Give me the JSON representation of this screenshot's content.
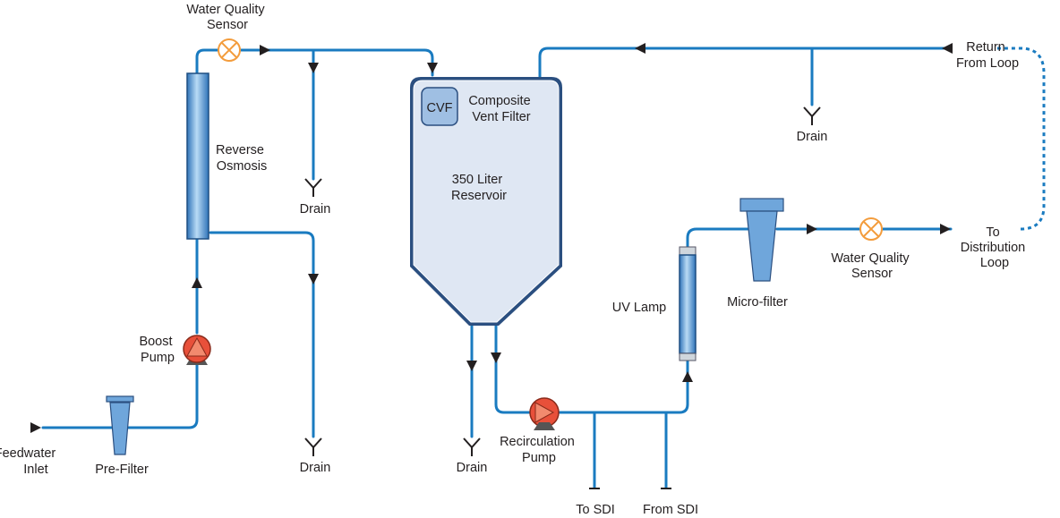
{
  "labels": {
    "wq_sensor_top": [
      "Water Quality",
      "Sensor"
    ],
    "reverse_osmosis": [
      "Reverse",
      "Osmosis"
    ],
    "boost_pump": [
      "Boost",
      "Pump"
    ],
    "feedwater_inlet": [
      "Feedwater",
      "Inlet"
    ],
    "pre_filter": "Pre-Filter",
    "drain": "Drain",
    "cvf": "CVF",
    "composite_vent_filter": [
      "Composite",
      "Vent Filter"
    ],
    "reservoir": [
      "350 Liter",
      "Reservoir"
    ],
    "recirculation_pump": [
      "Recirculation",
      "Pump"
    ],
    "to_sdi": "To SDI",
    "from_sdi": "From SDI",
    "uv_lamp": "UV Lamp",
    "micro_filter": "Micro-filter",
    "wq_sensor_right": [
      "Water Quality",
      "Sensor"
    ],
    "to_distribution_loop": [
      "To",
      "Distribution",
      "Loop"
    ],
    "return_from_loop": [
      "Return",
      "From Loop"
    ]
  },
  "colors": {
    "pipe": "#1a7bc0",
    "component_blue": "#6fa6db",
    "pump_red": "#e8503a",
    "sensor_orange": "#f39c3c",
    "reservoir_fill": "#dfe7f3",
    "reservoir_stroke": "#2b4f80"
  }
}
